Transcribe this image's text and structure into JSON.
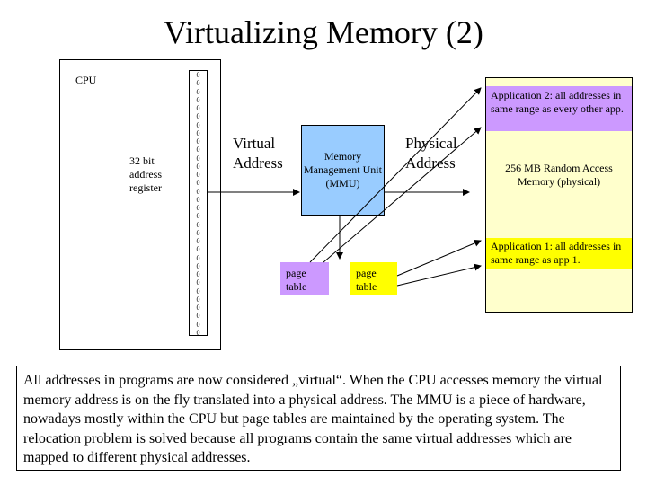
{
  "title": "Virtualizing Memory (2)",
  "cpu": {
    "label": "CPU",
    "register_label": "32 bit address register",
    "bits": [
      "0",
      "0",
      "0",
      "0",
      "0",
      "0",
      "0",
      "0",
      "0",
      "0",
      "0",
      "0",
      "0",
      "0",
      "0",
      "0",
      "0",
      "0",
      "0",
      "0",
      "0",
      "0",
      "0",
      "0",
      "0",
      "0",
      "0",
      "0",
      "0",
      "0",
      "0",
      "0"
    ]
  },
  "virtual_address_label": "Virtual Address",
  "physical_address_label": "Physical Address",
  "mmu_label": "Memory Management Unit (MMU)",
  "memory": {
    "label": "256 MB Random Access Memory (physical)",
    "app2_label": "Application 2: all addresses in same range as every other app.",
    "app1_label": "Application 1: all addresses in same range as app 1."
  },
  "page_table_1_label": "page table",
  "page_table_2_label": "page table",
  "caption": "All addresses in programs are now considered „virtual“. When the CPU accesses memory the virtual memory address is on the fly translated into a physical address. The MMU is a piece of hardware, nowadays mostly within the CPU but page tables are maintained by the operating system. The relocation problem is solved because all programs contain the same virtual addresses which are mapped to different physical addresses.",
  "colors": {
    "mmu": "#99ccff",
    "memory": "#ffffcc",
    "app2": "#cc99ff",
    "app1": "#ffff00"
  }
}
